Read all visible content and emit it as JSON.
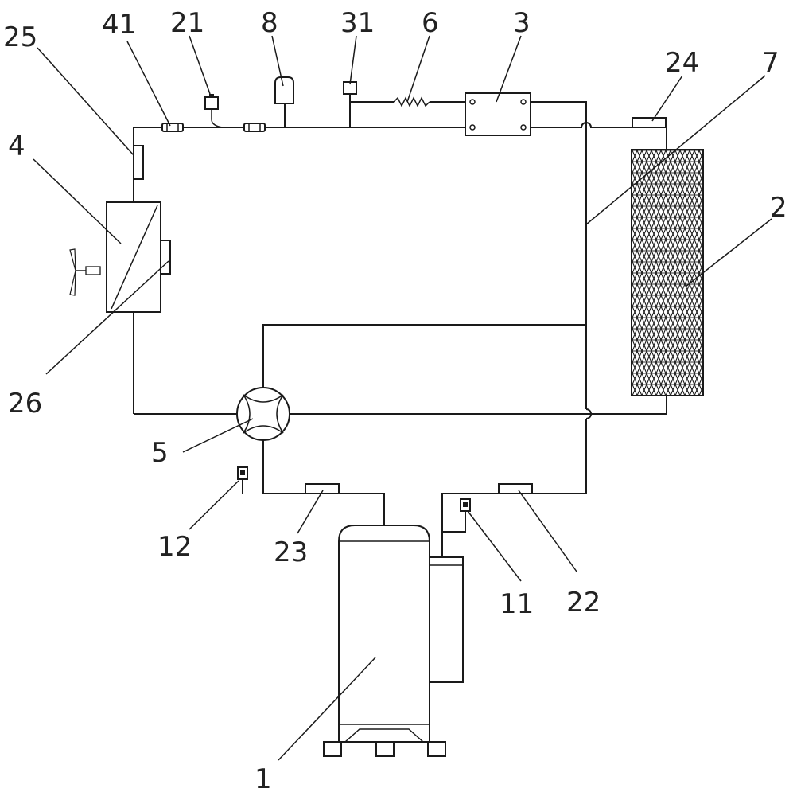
{
  "labels": {
    "l25": "25",
    "l41": "41",
    "l21": "21",
    "l8": "8",
    "l31": "31",
    "l6": "6",
    "l3": "3",
    "l24": "24",
    "l7": "7",
    "l4": "4",
    "l2": "2",
    "l26": "26",
    "l5": "5",
    "l12": "12",
    "l23": "23",
    "l11": "11",
    "l22": "22",
    "l1": "1"
  },
  "colors": {
    "line": "#1a1a1a",
    "label": "#222222",
    "background": "#ffffff"
  }
}
